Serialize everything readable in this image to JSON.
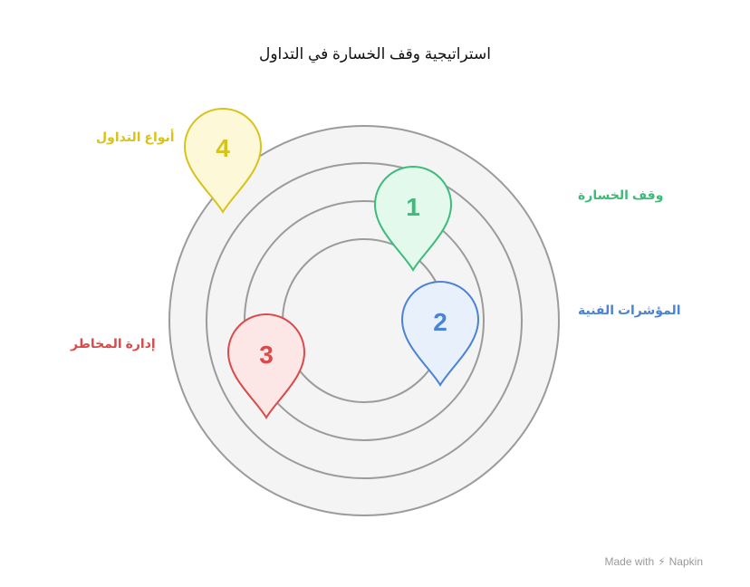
{
  "title": "استراتيجية وقف الخسارة في التداول",
  "rings": 4,
  "items": [
    {
      "number": "1",
      "label": "وقف الخسارة",
      "color": "#3dbb7b",
      "fill": "#e3f9ec"
    },
    {
      "number": "2",
      "label": "المؤشرات الفنية",
      "color": "#4a82d6",
      "fill": "#e8f0fc"
    },
    {
      "number": "3",
      "label": "إدارة المخاطر",
      "color": "#d94a4a",
      "fill": "#fde6e6"
    },
    {
      "number": "4",
      "label": "أنواع التداول",
      "color": "#d8c21c",
      "fill": "#fdf9d8"
    }
  ],
  "watermark": {
    "prefix": "Made with",
    "brand": "Napkin"
  }
}
